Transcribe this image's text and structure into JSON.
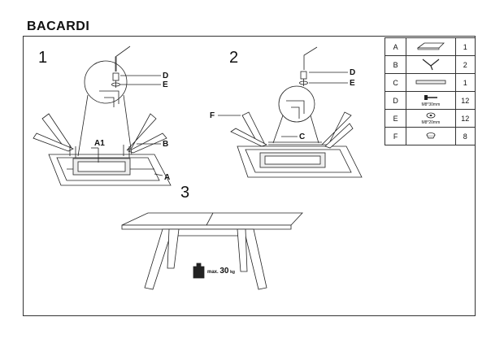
{
  "title": "BACARDI",
  "steps": [
    "1",
    "2",
    "3"
  ],
  "callouts": {
    "step1": [
      "D",
      "E",
      "A1",
      "B",
      "A"
    ],
    "step2": [
      "D",
      "E",
      "F",
      "C"
    ]
  },
  "parts": [
    {
      "key": "A",
      "qty": "1",
      "icon": "tabletop-icon",
      "spec": ""
    },
    {
      "key": "B",
      "qty": "2",
      "icon": "leg-icon",
      "spec": ""
    },
    {
      "key": "C",
      "qty": "1",
      "icon": "crossbar-icon",
      "spec": ""
    },
    {
      "key": "D",
      "qty": "12",
      "icon": "bolt-icon",
      "spec": "M8*30mm"
    },
    {
      "key": "E",
      "qty": "12",
      "icon": "washer-icon",
      "spec": "M8*20mm"
    },
    {
      "key": "F",
      "qty": "8",
      "icon": "foot-glide-icon",
      "spec": ""
    }
  ],
  "max_load": {
    "prefix": "max.",
    "value": "30",
    "unit": "kg"
  }
}
